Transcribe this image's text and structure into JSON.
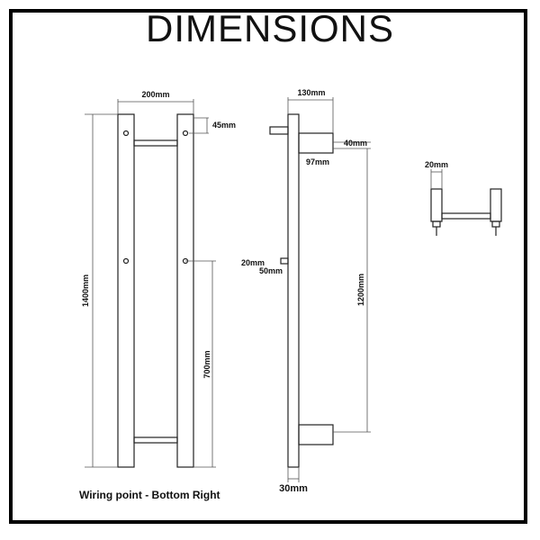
{
  "title": "DIMENSIONS",
  "dimensions": {
    "width_200": "200mm",
    "pin_45": "45mm",
    "height_1400": "1400mm",
    "height_700": "700mm",
    "depth_130": "130mm",
    "bar_40": "40mm",
    "offset_97": "97mm",
    "side_20": "20mm",
    "side_50": "50mm",
    "height_1200": "1200mm",
    "bottom_30": "30mm",
    "top_20": "20mm"
  },
  "caption": "Wiring point - Bottom Right"
}
